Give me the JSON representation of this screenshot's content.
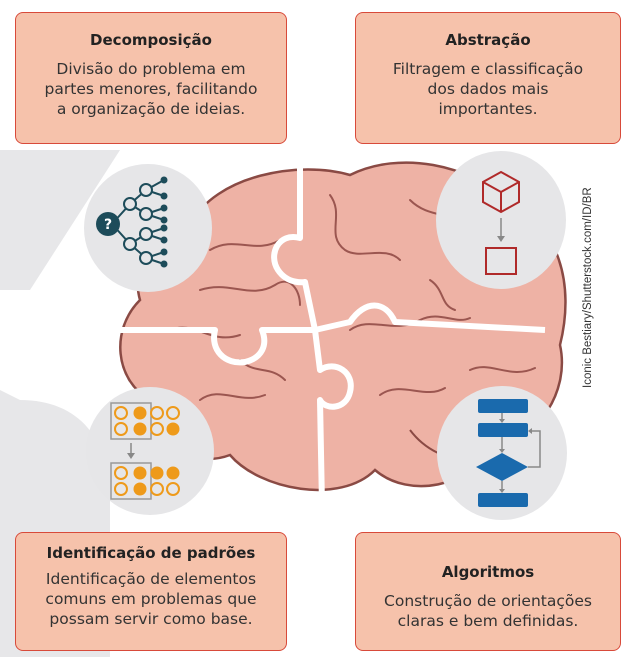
{
  "boxes": {
    "decomposicao": {
      "title": "Decomposição",
      "desc_lines": [
        "Divisão do problema em",
        "partes menores, facilitando",
        "a organização de ideias."
      ]
    },
    "abstracao": {
      "title": "Abstração",
      "desc_lines": [
        "Filtragem e classificação",
        "dos dados mais",
        "importantes."
      ]
    },
    "identificacao": {
      "title": "Identificação de padrões",
      "desc_lines": [
        "Identificação de elementos",
        "comuns em problemas que",
        "possam servir como base."
      ]
    },
    "algoritmos": {
      "title": "Algoritmos",
      "desc_lines": [
        "Construção de orientações",
        "claras e bem definidas."
      ]
    }
  },
  "decomp_icon": {
    "question_mark": "?"
  },
  "credit": "Iconic Bestiary/Shutterstock.com/ID/BR",
  "colors": {
    "box_fill": "#f6c2ab",
    "box_border": "#d84a3a",
    "brain": "#eeb2a5",
    "brain_outline": "#8a4a44",
    "teal": "#1d4c5a",
    "abstraction_red": "#b02a2a",
    "pattern_orange": "#ee9a1a",
    "algorithm_blue": "#1a6aad"
  }
}
